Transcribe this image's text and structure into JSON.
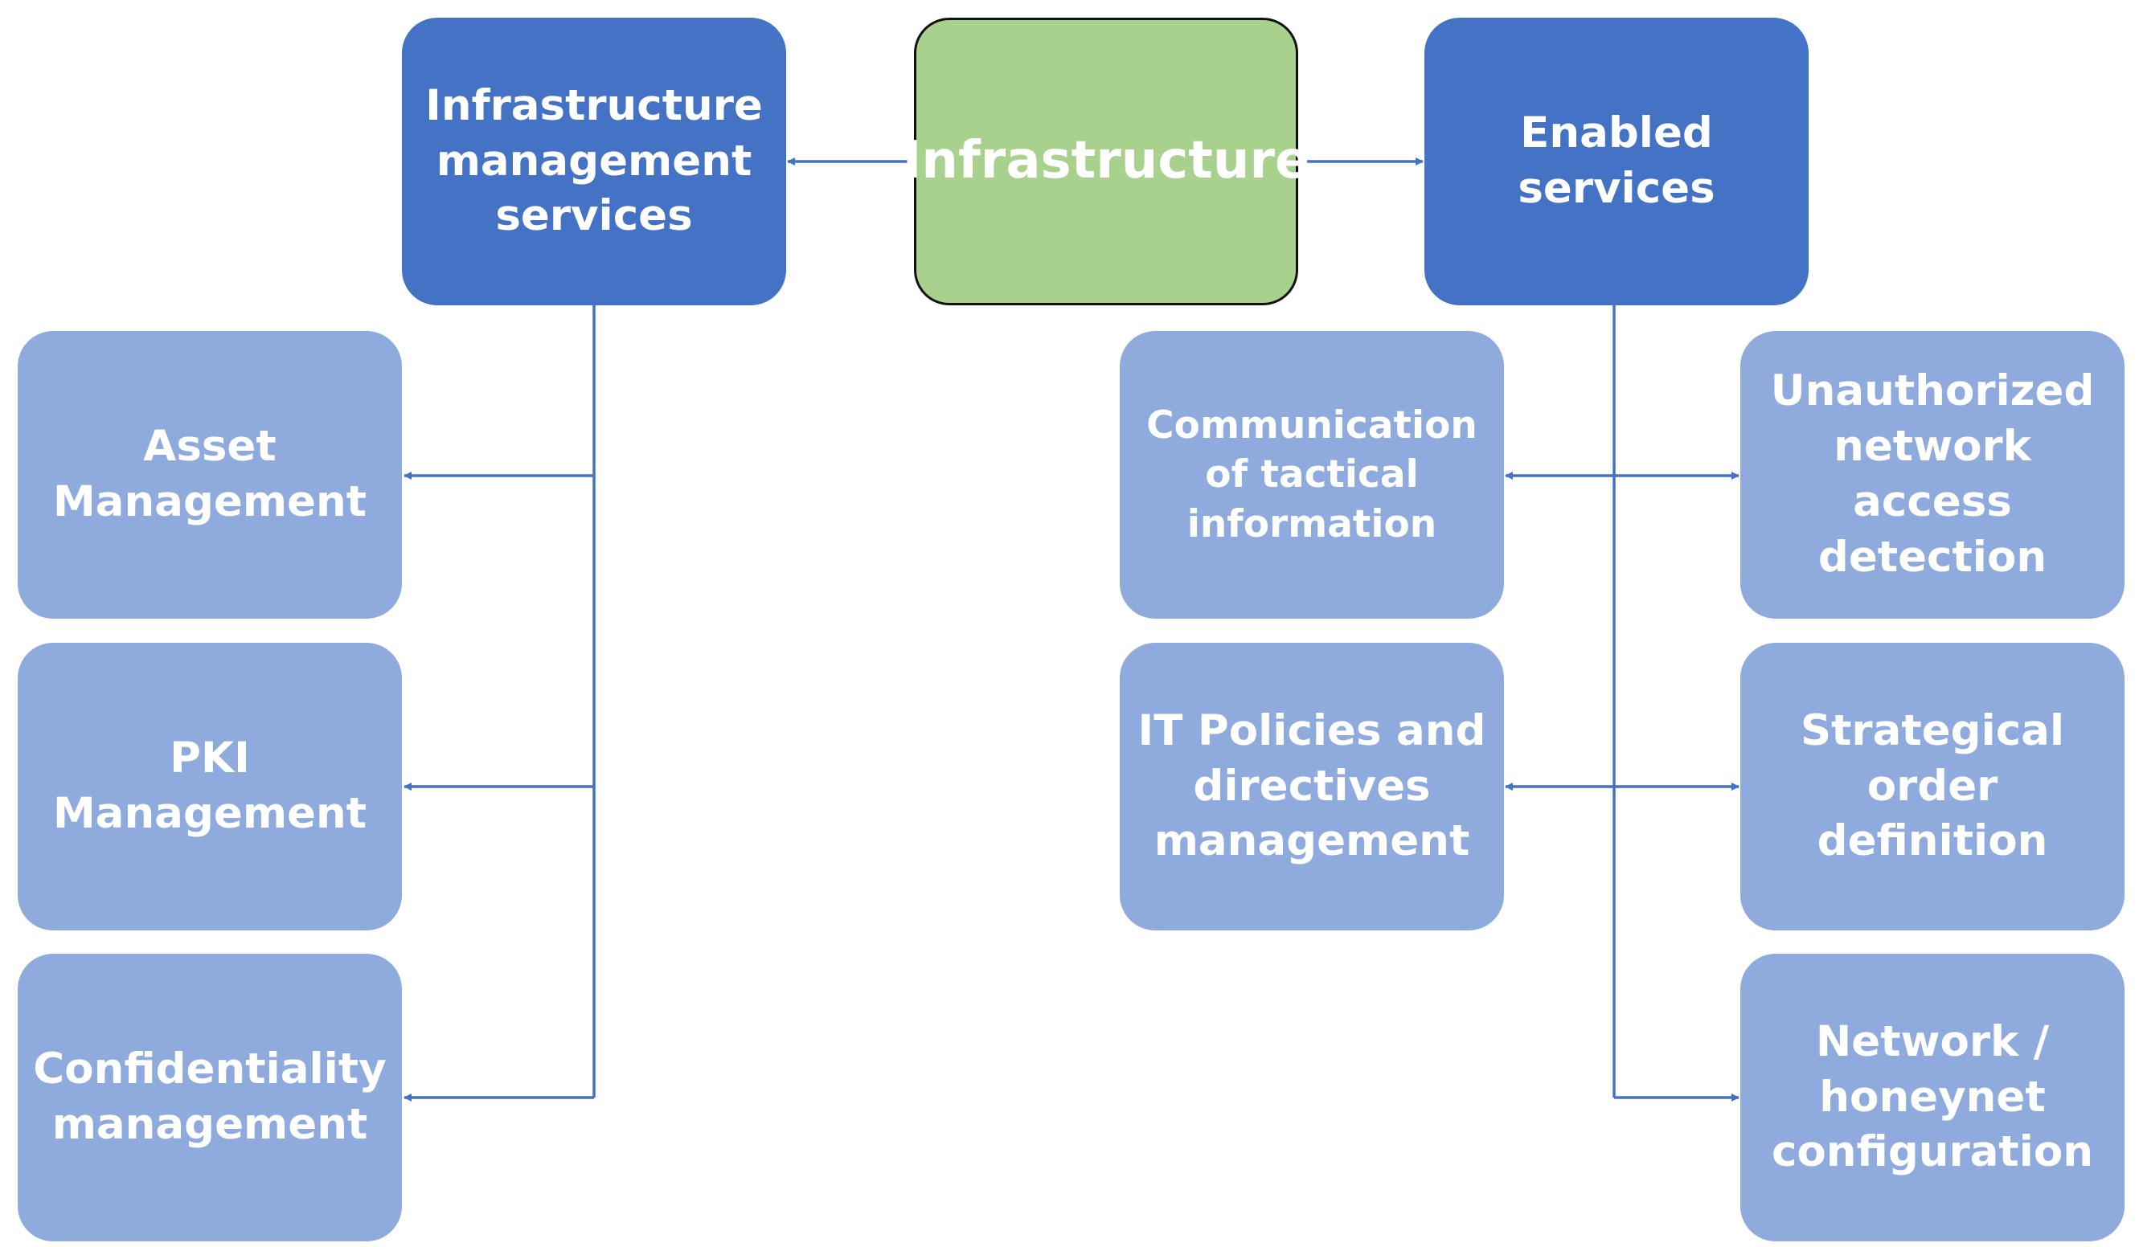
{
  "colors": {
    "root_fill": "#a9d18e",
    "category_fill": "#4472c4",
    "item_fill": "#8faadc",
    "connector": "#4472c4",
    "text": "#ffffff"
  },
  "root": {
    "label": "Infrastructure"
  },
  "categories": {
    "management": {
      "label": "Infrastructure\nmanagement\nservices"
    },
    "enabled": {
      "label": "Enabled\nservices"
    }
  },
  "management_items": [
    {
      "label": "Asset\nManagement"
    },
    {
      "label": "PKI\nManagement"
    },
    {
      "label": "Confidentiality\nmanagement"
    }
  ],
  "enabled_left_items": [
    {
      "label": "Communication\nof tactical\ninformation"
    },
    {
      "label": "IT Policies and\ndirectives\nmanagement"
    }
  ],
  "enabled_right_items": [
    {
      "label": "Unauthorized\nnetwork access\ndetection"
    },
    {
      "label": "Strategical\norder definition"
    },
    {
      "label": "Network /\nhoneynet\nconfiguration"
    }
  ]
}
